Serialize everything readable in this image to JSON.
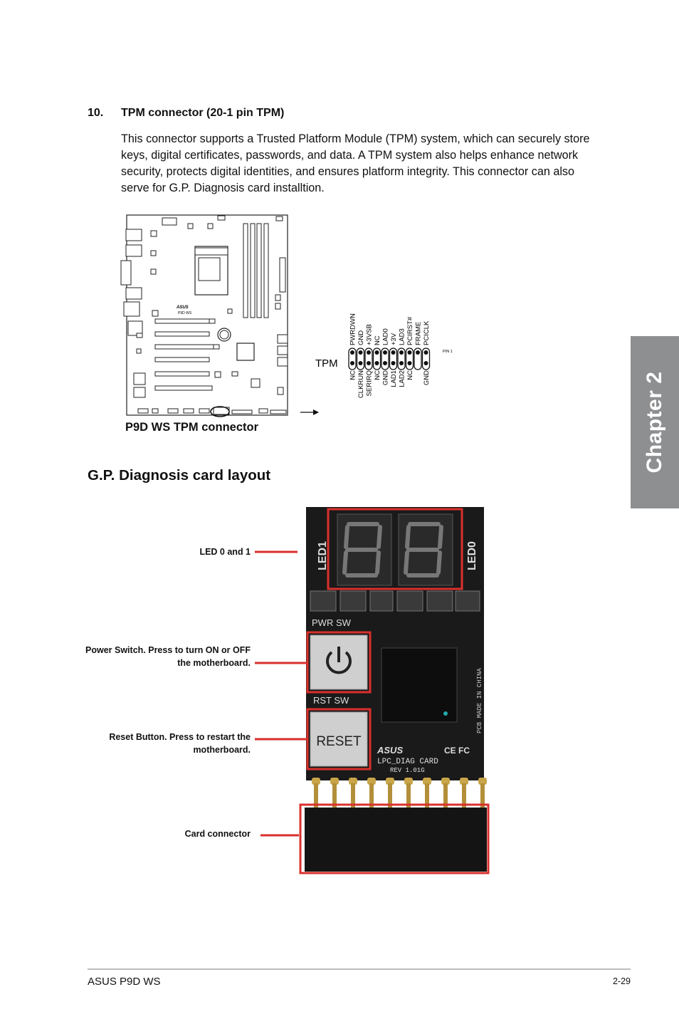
{
  "section": {
    "number": "10.",
    "title": "TPM connector (20-1 pin TPM)",
    "body": "This connector supports a Trusted Platform Module (TPM) system, which can securely store keys, digital certificates, passwords, and data. A TPM system also helps enhance network security, protects digital identities, and ensures platform integrity. This connector can also serve for G.P. Diagnosis card installtion."
  },
  "chapter_tab": "Chapter 2",
  "diagram": {
    "board_logo": "ASUS",
    "board_name": "P9D WS",
    "connector_label": "TPM",
    "pin1_label": "PIN 1",
    "top_pins": [
      "PWRDWN",
      "GND",
      "+3VSB",
      "NC",
      "LAD0",
      "+3V",
      "LAD3",
      "PCIRST#",
      "FRAME",
      "PCICLK"
    ],
    "bottom_pins": [
      "NC",
      "CLKRUN",
      "SERIRQ",
      "NC",
      "GND",
      "LAD1",
      "LAD2",
      "NC",
      "",
      "GND"
    ],
    "caption": "P9D WS TPM connector"
  },
  "gp_section": {
    "title": "G.P. Diagnosis card layout",
    "card": {
      "led1": "LED1",
      "led0": "LED0",
      "pwr_sw": "PWR SW",
      "rst_sw": "RST SW",
      "reset_label": "RESET",
      "brand": "ASUS",
      "model": "LPC_DIAG CARD",
      "rev": "REV 1.01G",
      "made_in": "PCB MADE IN CHINA",
      "ce": "CE FC"
    },
    "callouts": [
      {
        "text": "LED 0 and 1"
      },
      {
        "text": "Power Switch. Press to turn ON or OFF the motherboard."
      },
      {
        "text": "Reset Button. Press to restart the motherboard."
      },
      {
        "text": "Card connector"
      }
    ]
  },
  "footer": {
    "left": "ASUS P9D WS",
    "right": "2-29"
  }
}
